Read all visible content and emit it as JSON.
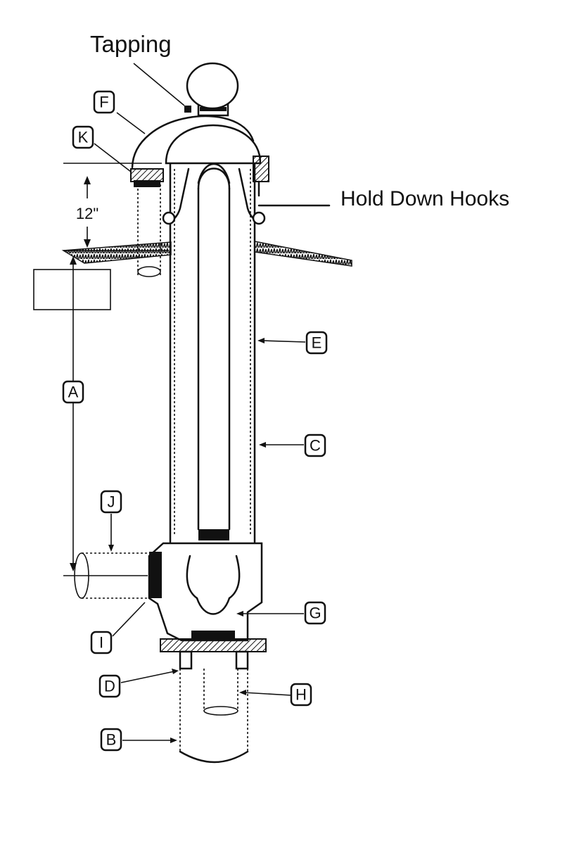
{
  "labels": {
    "tapping": "Tapping",
    "hold_down_hooks": "Hold Down Hooks",
    "dimension": "12\""
  },
  "callouts": {
    "A": "A",
    "B": "B",
    "C": "C",
    "D": "D",
    "E": "E",
    "F": "F",
    "G": "G",
    "H": "H",
    "I": "I",
    "J": "J",
    "K": "K"
  },
  "colors": {
    "ink": "#111111",
    "background": "#ffffff"
  }
}
